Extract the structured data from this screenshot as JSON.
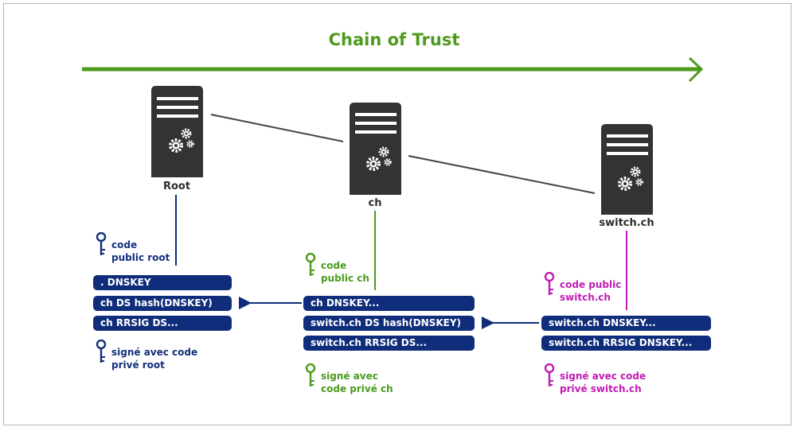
{
  "title": "Chain of Trust",
  "colors": {
    "green": "#4e9a1e",
    "navy": "#0f2d7a",
    "magenta": "#c01bb4",
    "server": "#333333"
  },
  "servers": [
    {
      "label": "Root"
    },
    {
      "label": "ch"
    },
    {
      "label": "switch.ch"
    }
  ],
  "root": {
    "public_key": [
      "code",
      "public root"
    ],
    "records": [
      ". DNSKEY",
      "ch DS hash(DNSKEY)",
      "ch RRSIG DS..."
    ],
    "private_key": [
      "signé avec code",
      "privé root"
    ]
  },
  "ch": {
    "public_key": [
      "code",
      "public ch"
    ],
    "records": [
      "ch DNSKEY...",
      "switch.ch DS hash(DNSKEY)",
      "switch.ch RRSIG DS..."
    ],
    "private_key": [
      "signé avec",
      "code privé ch"
    ]
  },
  "switch": {
    "public_key": [
      "code public",
      "switch.ch"
    ],
    "records": [
      "switch.ch DNSKEY...",
      "switch.ch RRSIG DNSKEY..."
    ],
    "private_key": [
      "signé avec code",
      "privé switch.ch"
    ]
  }
}
